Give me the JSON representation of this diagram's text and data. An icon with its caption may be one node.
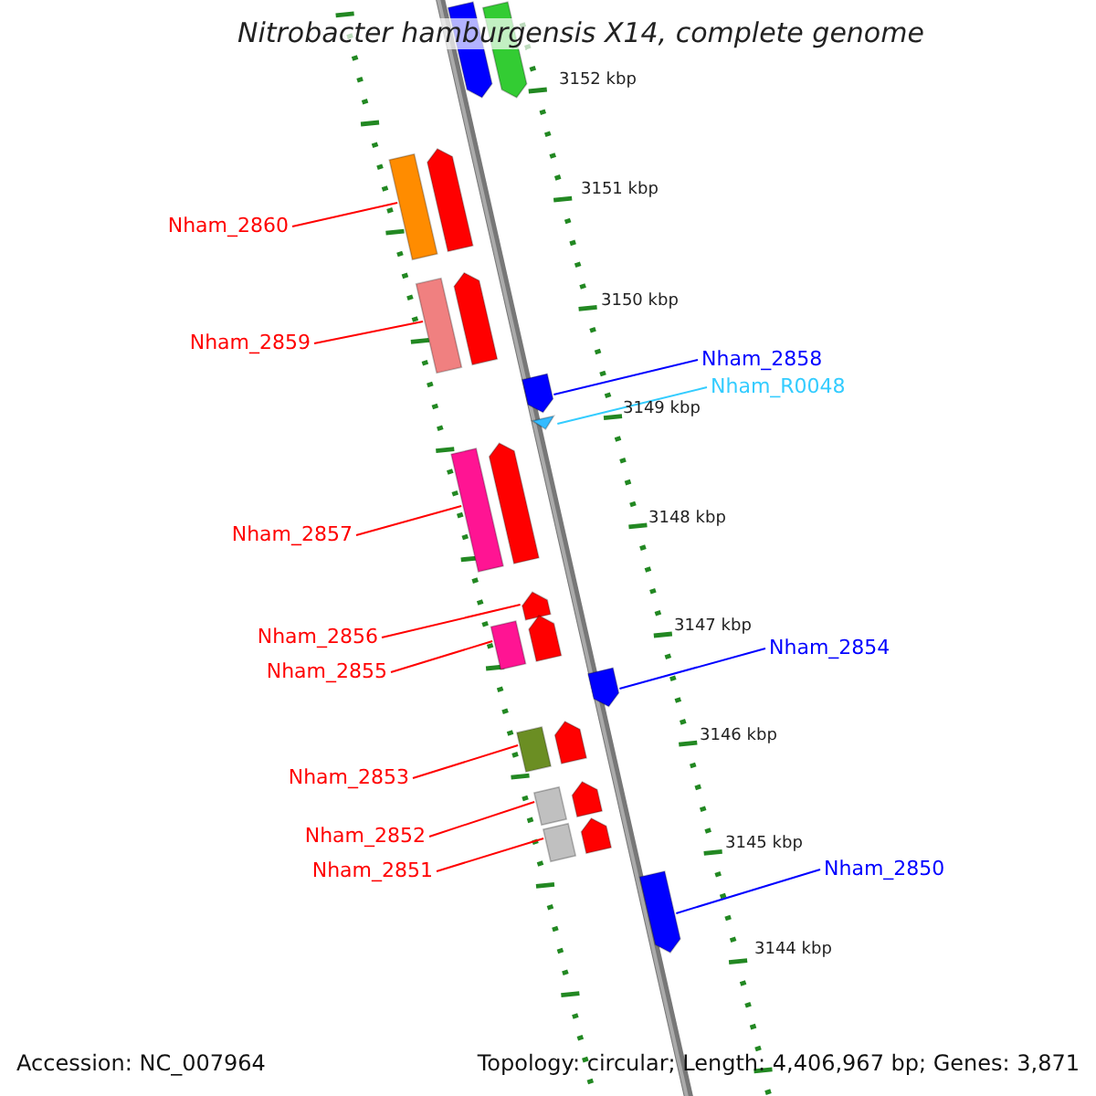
{
  "diagram": {
    "title": "Nitrobacter hamburgensis X14, complete genome",
    "nodes": [
      {
        "text": [
          "Nham_2860"
        ]
      },
      {
        "text": [
          "Nham_2859"
        ]
      },
      {
        "text": [
          "Nham_2858"
        ]
      },
      {
        "text": [
          "Nham_R0048"
        ]
      },
      {
        "text": [
          "Nham_2857"
        ]
      },
      {
        "text": [
          "Nham_2856"
        ]
      },
      {
        "text": [
          "Nham_2855"
        ]
      },
      {
        "text": [
          "Nham_2854"
        ]
      },
      {
        "text": [
          "Nham_2853"
        ]
      },
      {
        "text": [
          "Nham_2852"
        ]
      },
      {
        "text": [
          "Nham_2851"
        ]
      },
      {
        "text": [
          "Nham_2850"
        ]
      },
      {
        "text": [],
        "shape": "arrow"
      },
      {
        "text": [],
        "shape": "arrow"
      },
      {
        "text": [],
        "shape": "arrow"
      },
      {
        "text": [],
        "shape": "triangle"
      },
      {
        "text": [],
        "shape": "arrow"
      },
      {
        "text": [],
        "shape": "arrow"
      },
      {
        "text": [],
        "shape": "arrow"
      },
      {
        "text": [],
        "shape": "arrow"
      },
      {
        "text": [],
        "shape": "arrow"
      },
      {
        "text": [],
        "shape": "arrow"
      },
      {
        "text": [],
        "shape": "arrow"
      },
      {
        "text": [],
        "shape": "arrow"
      },
      {
        "text": [],
        "shape": "arrow"
      },
      {
        "text": [],
        "shape": "arrow"
      }
    ],
    "edges": [
      {
        "from": 0,
        "to": 12,
        "arrow": "none"
      },
      {
        "from": 1,
        "to": 13,
        "arrow": "none"
      },
      {
        "from": 2,
        "to": 14,
        "arrow": "none",
        "color": "#0000ff"
      },
      {
        "from": 3,
        "to": 15,
        "arrow": "none",
        "color": "#33ccff"
      },
      {
        "from": 4,
        "to": 16,
        "arrow": "none"
      },
      {
        "from": 5,
        "to": 17,
        "arrow": "none"
      },
      {
        "from": 6,
        "to": 18,
        "arrow": "none"
      },
      {
        "from": 7,
        "to": 19,
        "arrow": "none",
        "color": "#0000ff"
      },
      {
        "from": 8,
        "to": 20,
        "arrow": "none"
      },
      {
        "from": 9,
        "to": 21,
        "arrow": "none"
      },
      {
        "from": 10,
        "to": 22,
        "arrow": "none"
      },
      {
        "from": 11,
        "to": 23,
        "arrow": "none",
        "color": "#0000ff"
      }
    ],
    "labels": [
      "3152 kbp",
      "3151 kbp",
      "3150 kbp",
      "3149 kbp",
      "3148 kbp",
      "3147 kbp",
      "3146 kbp",
      "3145 kbp",
      "3144 kbp",
      "Accession: NC_007964",
      "Topology: circular; Length: 4,406,967 bp; Genes: 3,871"
    ]
  }
}
